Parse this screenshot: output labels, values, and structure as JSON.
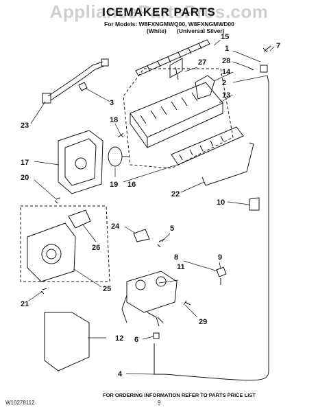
{
  "header": {
    "watermark": "AppliancePartsPros.com",
    "title": "ICEMAKER PARTS",
    "models_line": "For Models: W8FXNGMWQ00, W8FXNGMWD00",
    "color_white": "(White)",
    "color_silver": "(Universal Silver)"
  },
  "callouts": [
    "1",
    "2",
    "3",
    "4",
    "5",
    "6",
    "7",
    "8",
    "9",
    "10",
    "11",
    "12",
    "13",
    "14",
    "15",
    "16",
    "17",
    "18",
    "19",
    "20",
    "21",
    "22",
    "23",
    "24",
    "25",
    "26",
    "27",
    "28",
    "29"
  ],
  "footer": {
    "doc_number": "W10278112",
    "page_number": "9",
    "note": "FOR ORDERING INFORMATION REFER TO PARTS PRICE LIST"
  },
  "colors": {
    "ink": "#111111",
    "watermark": "#cfcfcf",
    "background": "#ffffff"
  }
}
